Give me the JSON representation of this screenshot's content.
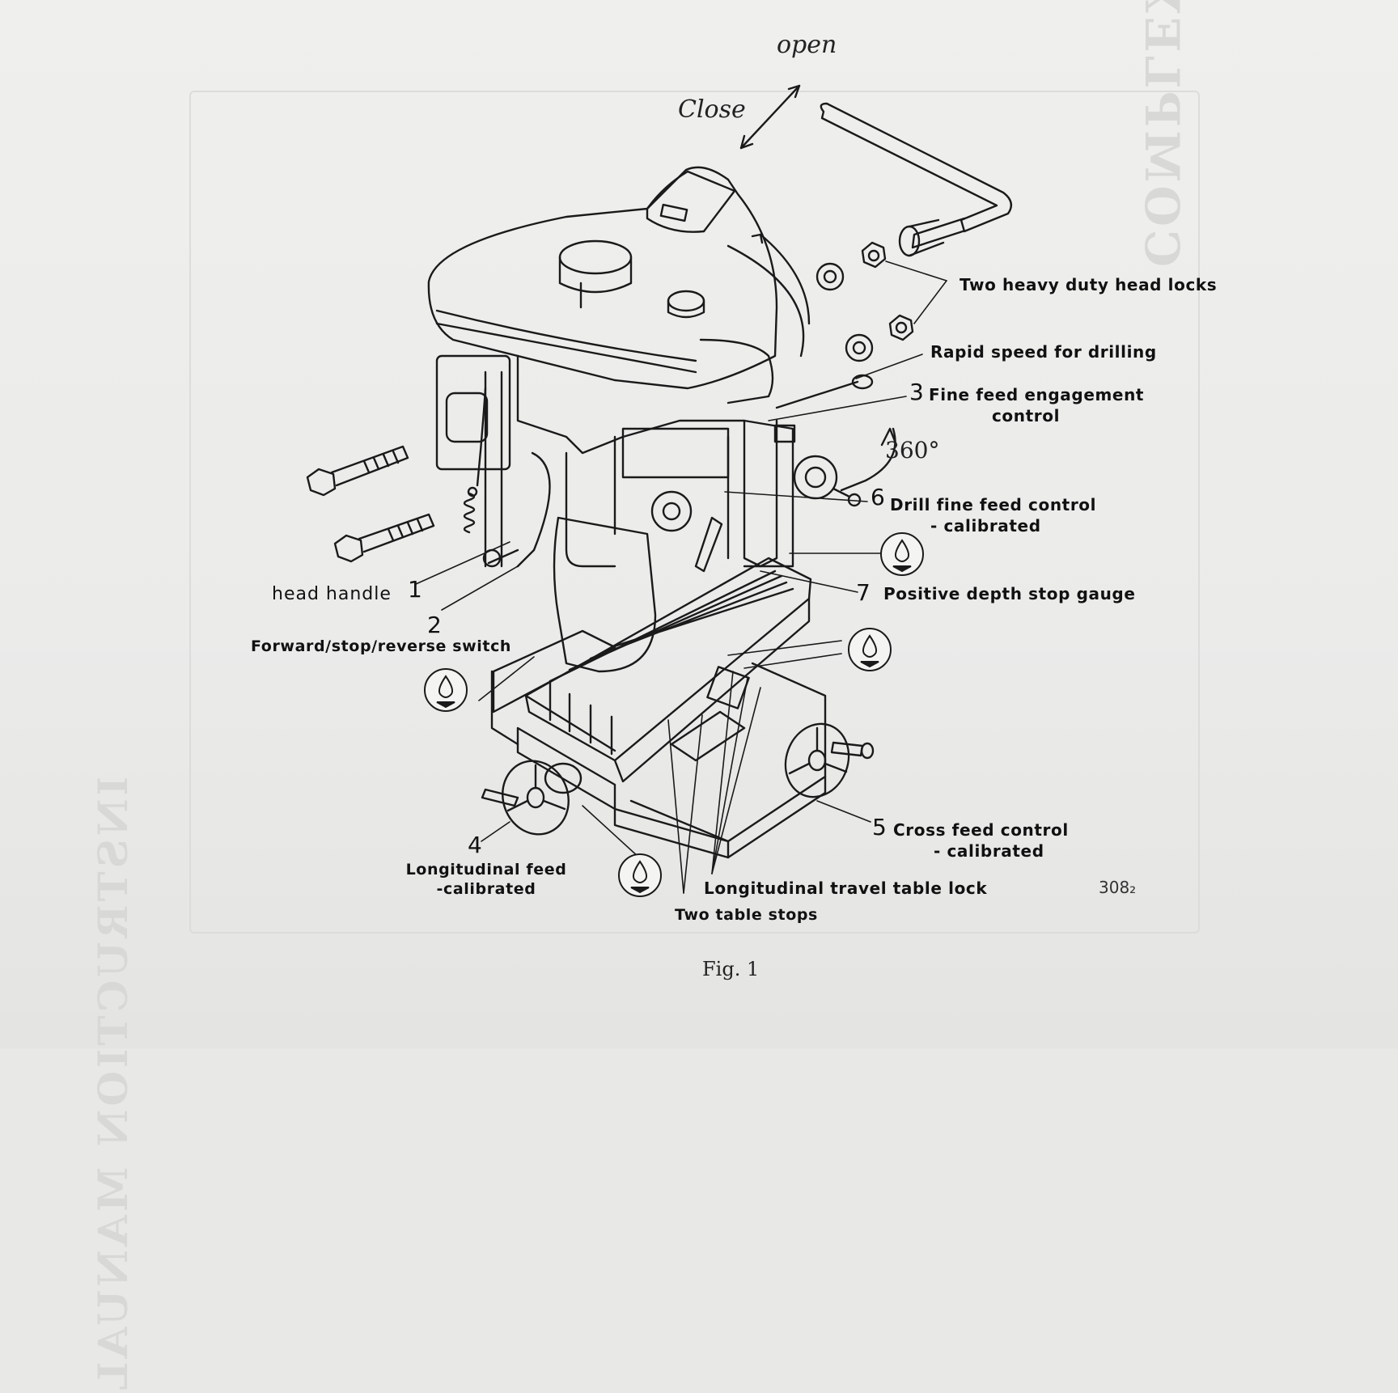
{
  "diagram": {
    "annotations": {
      "open": "open",
      "close": "Close",
      "rotation": "360°"
    },
    "labels": {
      "head_locks": "Two heavy duty head locks",
      "rapid_speed": "Rapid speed for drilling",
      "fine_feed_engagement_line1": "Fine feed engagement",
      "fine_feed_engagement_line2": "control",
      "drill_fine_feed_line1": "Drill fine feed control",
      "drill_fine_feed_line2": "- calibrated",
      "depth_stop": "Positive depth stop gauge",
      "head_handle": "head handle",
      "switch": "Forward/stop/reverse switch",
      "cross_feed_line1": "Cross feed control",
      "cross_feed_line2": "- calibrated",
      "longitudinal_feed_line1": "Longitudinal feed",
      "longitudinal_feed_line2": "-calibrated",
      "table_lock": "Longitudinal travel table lock",
      "table_stops": "Two table stops"
    },
    "numbers": {
      "n1": "1",
      "n2": "2",
      "n3": "3",
      "n4": "4",
      "n5": "5",
      "n6": "6",
      "n7": "7"
    },
    "figure_code": "308₂",
    "caption": "Fig. 1",
    "oil_symbol_icon": "oil-drop-icon"
  }
}
